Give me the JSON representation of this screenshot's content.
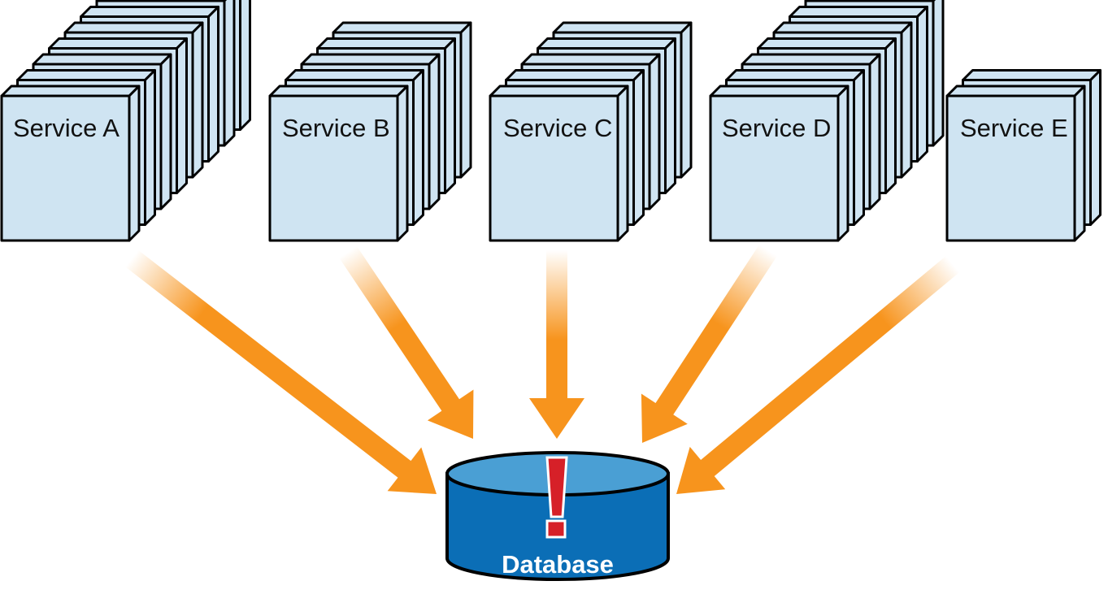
{
  "services": [
    {
      "label": "Service A",
      "instances": 8
    },
    {
      "label": "Service B",
      "instances": 5
    },
    {
      "label": "Service C",
      "instances": 5
    },
    {
      "label": "Service D",
      "instances": 7
    },
    {
      "label": "Service E",
      "instances": 2
    }
  ],
  "database": {
    "label": "Database",
    "alert_icon": "exclamation-icon"
  },
  "colors": {
    "box_fill": "#cfe4f2",
    "box_stroke": "#000000",
    "arrow": "#f7941d",
    "db_top": "#4a9fd4",
    "db_body": "#0b6eb6",
    "db_stroke": "#000000",
    "alert": "#d62028"
  }
}
